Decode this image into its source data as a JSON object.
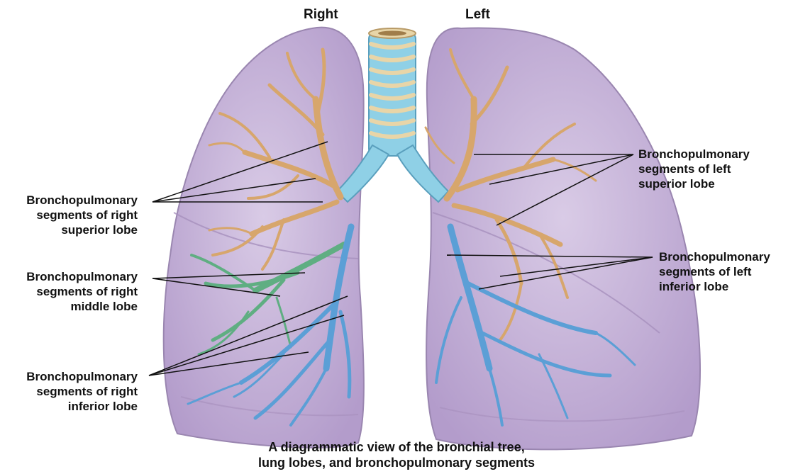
{
  "headers": {
    "right": "Right",
    "left": "Left"
  },
  "labels": {
    "right_superior": "Bronchopulmonary\nsegments of right\nsuperior lobe",
    "right_middle": "Bronchopulmonary\nsegments of right\nmiddle lobe",
    "right_inferior": "Bronchopulmonary\nsegments of right\ninferior lobe",
    "left_superior": "Bronchopulmonary\nsegments of left\nsuperior lobe",
    "left_inferior": "Bronchopulmonary\nsegments of left\ninferior lobe"
  },
  "caption": {
    "line1": "A diagrammatic view of the bronchial tree,",
    "line2": "lung lobes, and bronchopulmonary segments"
  },
  "colors": {
    "lung_fill": "#c9b6da",
    "lung_outline": "#9a86b0",
    "superior_bronchi": "#d7a66c",
    "middle_bronchi": "#5fae82",
    "inferior_bronchi": "#5b9fd6",
    "trachea_ring": "#8fd0e6",
    "trachea_cartilage": "#e8d5a8"
  }
}
